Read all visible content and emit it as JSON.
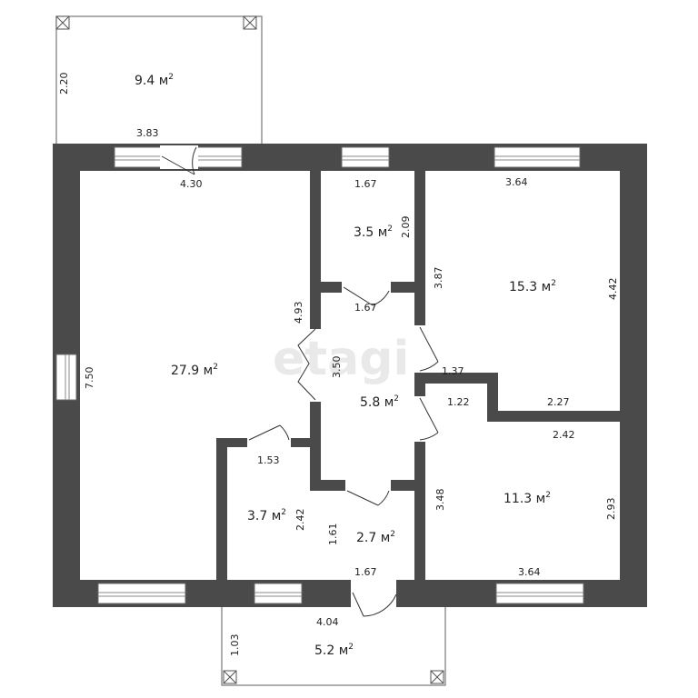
{
  "watermark": "etagi",
  "rooms": [
    {
      "id": "balcony-top",
      "area": "9.4 м",
      "unit_sup": "2"
    },
    {
      "id": "living",
      "area": "27.9 м",
      "unit_sup": "2"
    },
    {
      "id": "small-top",
      "area": "3.5 м",
      "unit_sup": "2"
    },
    {
      "id": "bedroom-1",
      "area": "15.3 м",
      "unit_sup": "2"
    },
    {
      "id": "hall",
      "area": "5.8 м",
      "unit_sup": "2"
    },
    {
      "id": "bedroom-2",
      "area": "11.3 м",
      "unit_sup": "2"
    },
    {
      "id": "storage",
      "area": "3.7 м",
      "unit_sup": "2"
    },
    {
      "id": "bath",
      "area": "2.7 м",
      "unit_sup": "2"
    },
    {
      "id": "porch",
      "area": "5.2 м",
      "unit_sup": "2"
    }
  ],
  "dimensions": [
    "2.20",
    "3.83",
    "4.30",
    "1.67",
    "2.09",
    "3.64",
    "3.87",
    "4.42",
    "4.93",
    "1.67",
    "3.50",
    "7.50",
    "1.37",
    "1.22",
    "2.27",
    "2.42",
    "1.53",
    "2.42",
    "3.48",
    "2.93",
    "1.61",
    "1.67",
    "3.64",
    "4.04",
    "1.03"
  ]
}
